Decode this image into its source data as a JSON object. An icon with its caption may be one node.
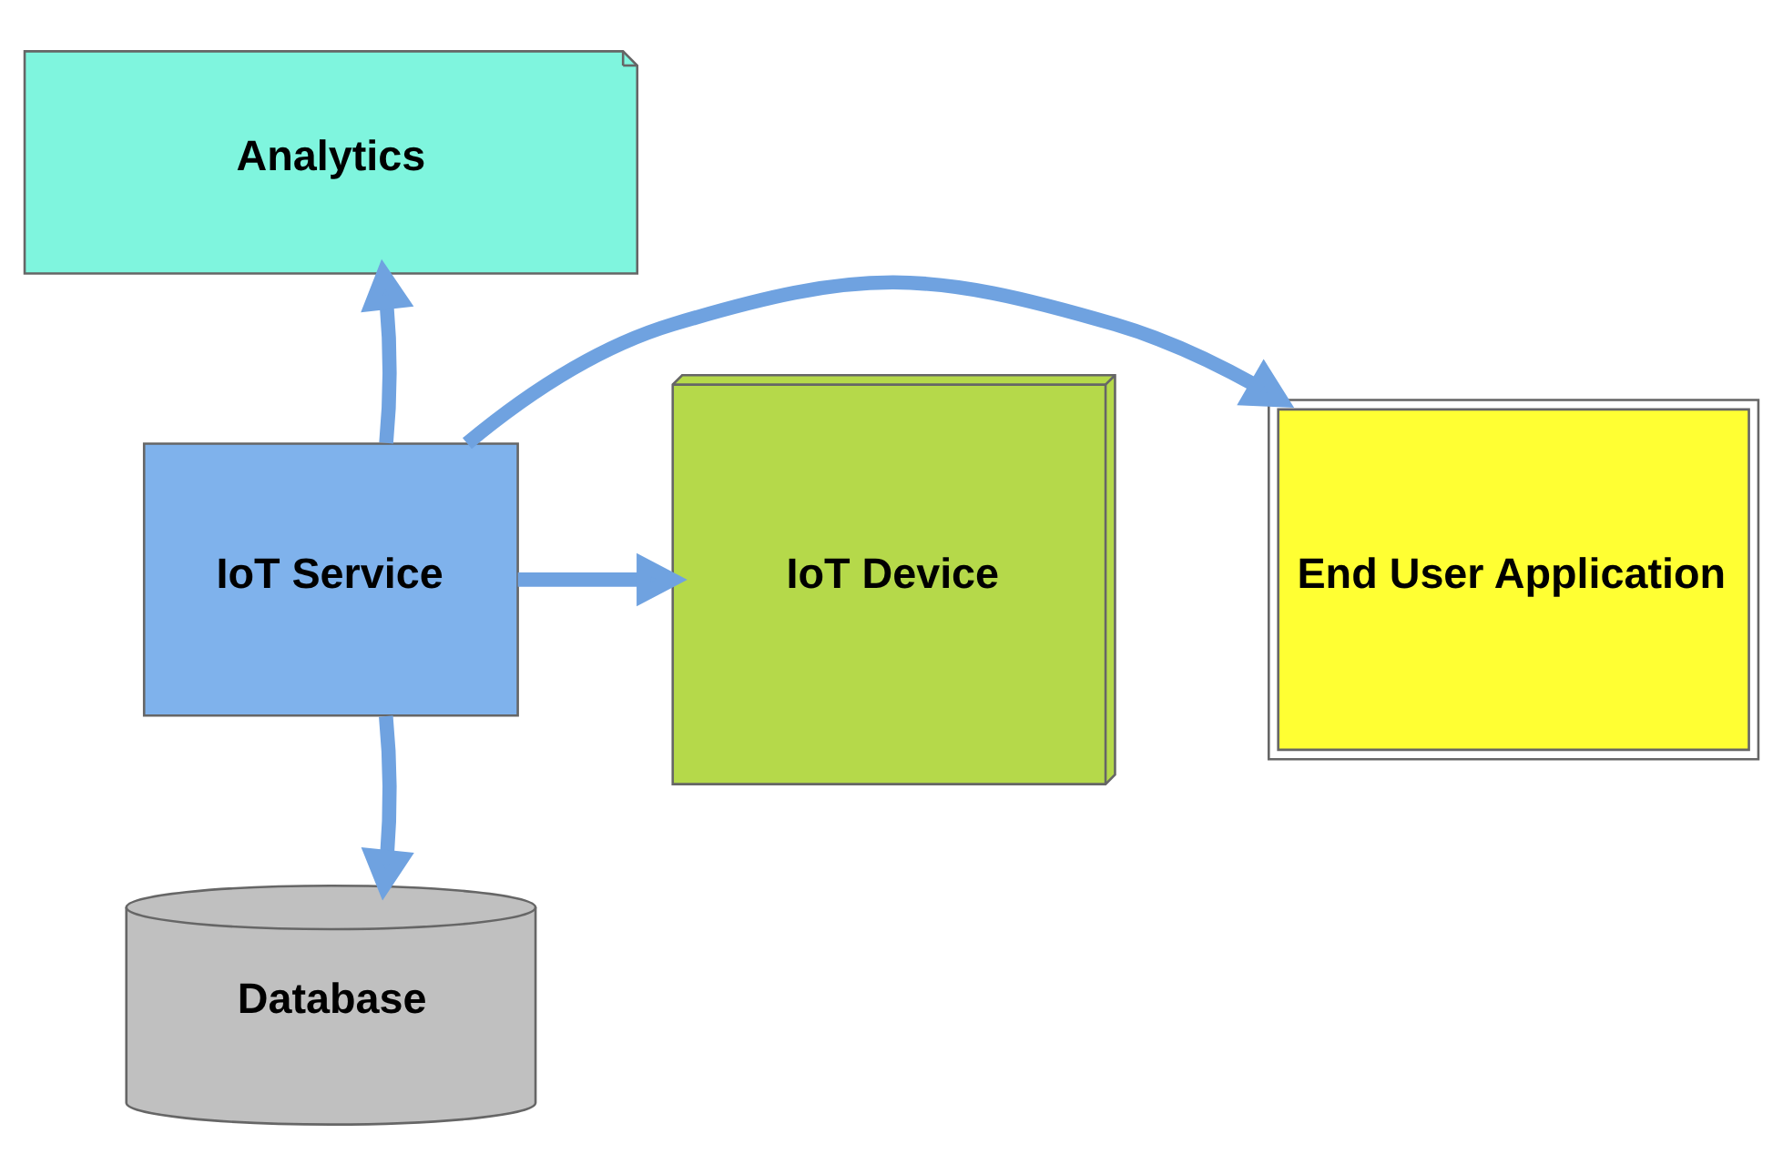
{
  "diagram": {
    "nodes": [
      {
        "text": [
          "Analytics"
        ]
      },
      {
        "text": [
          "IoT Device"
        ]
      },
      {
        "text": [
          "IoT Service"
        ]
      },
      {
        "text": [
          "End User Application"
        ]
      },
      {
        "text": [
          "Database"
        ]
      }
    ],
    "edges": [
      {
        "from": 2,
        "to": 0,
        "arrow": "to"
      },
      {
        "from": 2,
        "to": 1,
        "arrow": "to"
      },
      {
        "from": 2,
        "to": 3,
        "arrow": "to"
      },
      {
        "from": 2,
        "to": 4,
        "arrow": "to"
      }
    ]
  }
}
